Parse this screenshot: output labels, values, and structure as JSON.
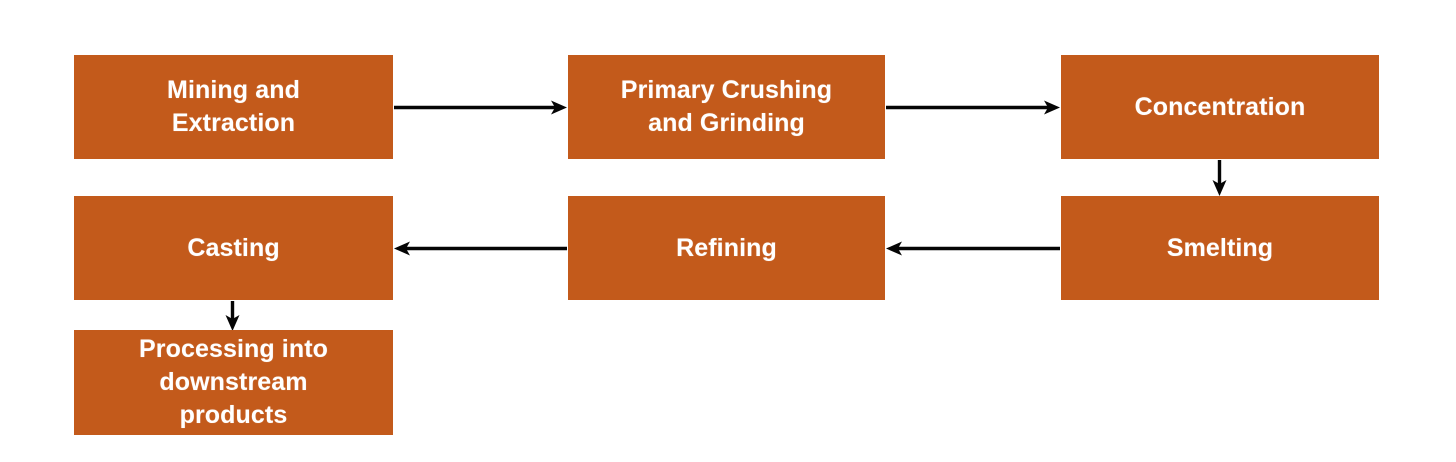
{
  "diagram": {
    "type": "process-flowchart",
    "orientation": "boustrophedon-horizontal",
    "title": "",
    "background_color": "#ffffff",
    "node_fill_color": "#c35a1b",
    "node_text_color": "#ffffff",
    "arrow_color": "#050505",
    "nodes": [
      {
        "id": "mining",
        "label": "Mining and\nExtraction",
        "row": 1,
        "col": 1
      },
      {
        "id": "crushing",
        "label": "Primary Crushing\nand Grinding",
        "row": 1,
        "col": 2
      },
      {
        "id": "concentration",
        "label": "Concentration",
        "row": 1,
        "col": 3
      },
      {
        "id": "casting",
        "label": "Casting",
        "row": 2,
        "col": 1
      },
      {
        "id": "refining",
        "label": "Refining",
        "row": 2,
        "col": 2
      },
      {
        "id": "smelting",
        "label": "Smelting",
        "row": 2,
        "col": 3
      },
      {
        "id": "downstream",
        "label": "Processing into\ndownstream\nproducts",
        "row": 3,
        "col": 1
      }
    ],
    "edges": [
      {
        "id": "edge-mining-crushing",
        "from": "mining",
        "to": "crushing",
        "direction": "right"
      },
      {
        "id": "edge-crushing-concentration",
        "from": "crushing",
        "to": "concentration",
        "direction": "right"
      },
      {
        "id": "edge-concentration-smelting",
        "from": "concentration",
        "to": "smelting",
        "direction": "down"
      },
      {
        "id": "edge-smelting-refining",
        "from": "smelting",
        "to": "refining",
        "direction": "left"
      },
      {
        "id": "edge-refining-casting",
        "from": "refining",
        "to": "casting",
        "direction": "left"
      },
      {
        "id": "edge-casting-downstream",
        "from": "casting",
        "to": "downstream",
        "direction": "down"
      }
    ]
  }
}
